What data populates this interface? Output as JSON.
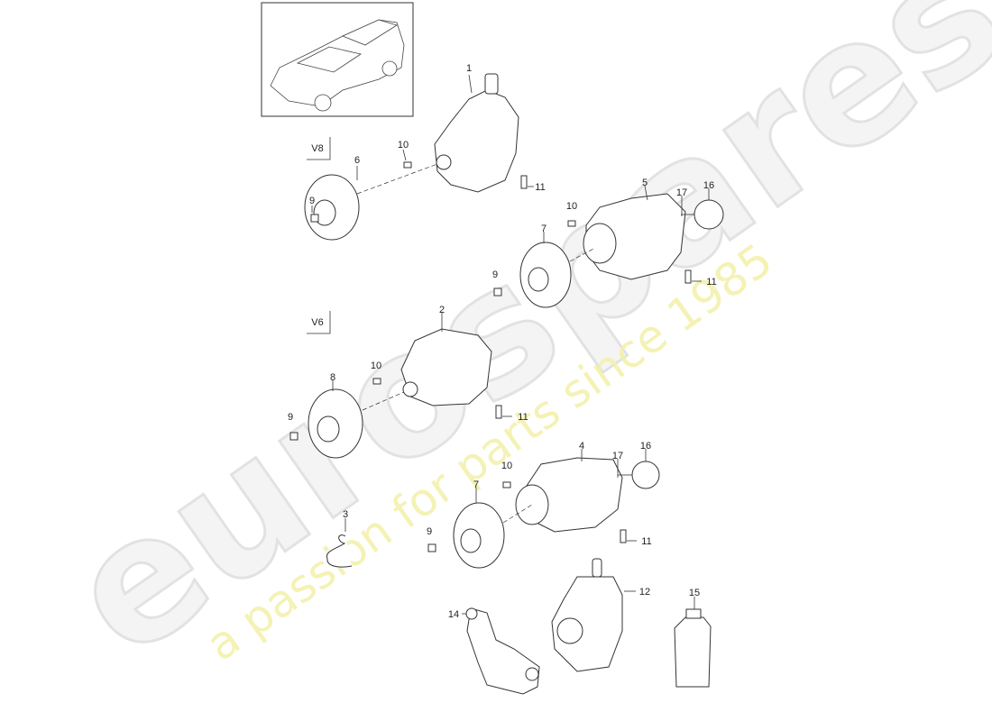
{
  "watermark": {
    "brand": "eurospares",
    "tagline": "a passion for parts since 1985"
  },
  "variants": {
    "v8": "V8",
    "v6": "V6"
  },
  "callouts": {
    "v8_pump": "1",
    "v8_bolt10": "10",
    "v8_pulley": "6",
    "v8_bolt9": "9",
    "v8_bolt11": "11",
    "v8b_pump": "5",
    "v8b_seal": "17",
    "v8b_cap": "16",
    "v8b_bolt10": "10",
    "v8b_pulley": "7",
    "v8b_bolt9": "9",
    "v8b_bolt11": "11",
    "v6_pump": "2",
    "v6_bolt10": "10",
    "v6_pulley": "8",
    "v6_bolt9": "9",
    "v6_bolt11": "11",
    "v6b_pump": "4",
    "v6b_seal": "17",
    "v6b_cap": "16",
    "v6b_bolt10": "10",
    "v6b_pulley": "7",
    "v6b_bolt9": "9",
    "v6b_bolt11": "11",
    "hose": "3",
    "reman_pump": "12",
    "bracket": "14",
    "fluid": "15"
  }
}
